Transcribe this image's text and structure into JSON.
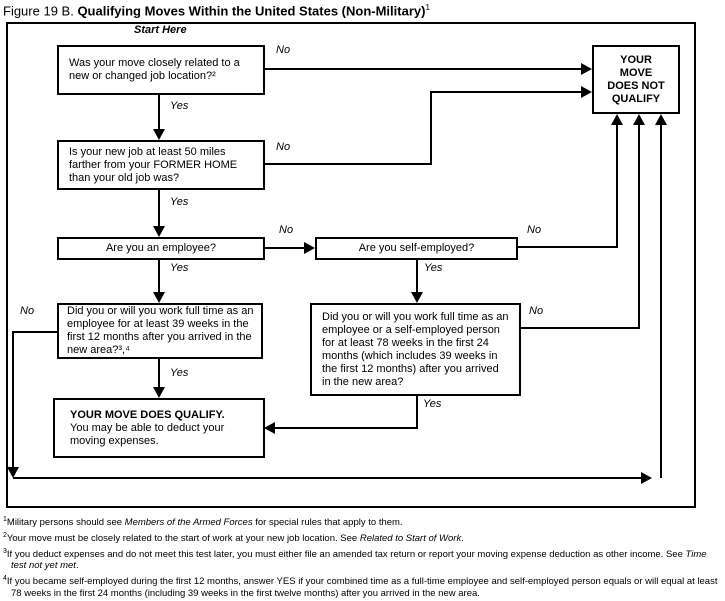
{
  "title": {
    "prefix": "Figure 19 B. ",
    "bold": "Qualifying Moves Within the United States (Non-Military)",
    "sup": "1"
  },
  "start_here": "Start Here",
  "labels": {
    "no": "No",
    "yes": "Yes"
  },
  "boxes": {
    "q_job_location": {
      "lines": [
        "Was your move closely related to a",
        "new or changed job location?²"
      ]
    },
    "q_50_miles": {
      "lines": [
        "Is your new job at least 50 miles",
        "farther from your FORMER HOME",
        "than your old job was?"
      ]
    },
    "q_employee": {
      "lines": [
        "Are you an employee?"
      ]
    },
    "q_self_employed": {
      "lines": [
        "Are you self-employed?"
      ]
    },
    "q_39_weeks": {
      "lines": [
        "Did you or will you work full time as an",
        "employee for at least 39 weeks in the",
        "first 12 months after you arrived in the",
        "new area?³,⁴"
      ]
    },
    "q_78_weeks": {
      "lines": [
        "Did you or will you work full time as an",
        "employee or a self-employed person",
        "for at least 78 weeks in the first 24",
        "months (which includes 39 weeks in",
        "the first 12 months) after you arrived",
        "in the new area?"
      ]
    },
    "qualify": {
      "heading": "YOUR MOVE DOES QUALIFY.",
      "lines": [
        "You may be able to deduct your",
        "moving expenses."
      ]
    },
    "not_qualify": {
      "lines": [
        "YOUR",
        "MOVE",
        "DOES NOT",
        "QUALIFY"
      ]
    }
  },
  "footnotes": [
    {
      "sup": "1",
      "before": "Military persons should see ",
      "italic": "Members of the Armed Forces",
      "after": " for special rules that apply to them."
    },
    {
      "sup": "2",
      "before": "Your move must be closely related to the start of work at your new job location. See ",
      "italic": "Related to Start of Work",
      "after": "."
    },
    {
      "sup": "3",
      "before": "If you deduct expenses and do not meet this test later, you must either file an amended tax return or report your moving expense deduction as other income. See ",
      "italic": "Time test not yet met",
      "after": "."
    },
    {
      "sup": "4",
      "before": "If you became self-employed during the first 12 months, answer YES if your combined time as a full-time employee and self-employed person equals or will equal at least 78 weeks in the first 24 months (including 39 weeks in the first twelve months) after you arrived in the new area.",
      "italic": "",
      "after": ""
    }
  ],
  "colors": {
    "ink": "#000000",
    "background": "#ffffff"
  }
}
